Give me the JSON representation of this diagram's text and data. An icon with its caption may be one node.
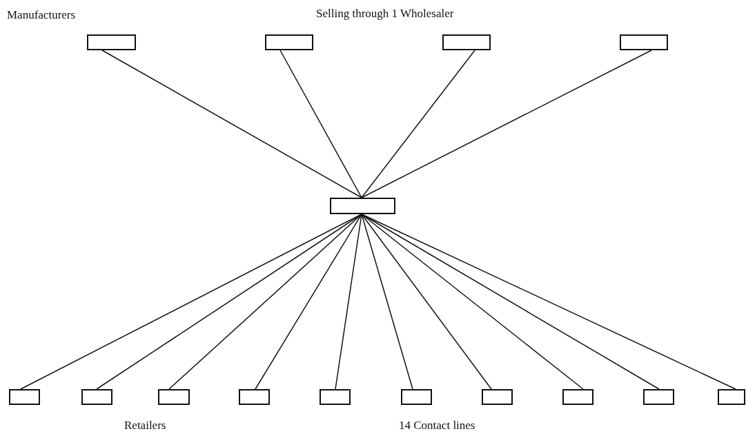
{
  "diagram": {
    "nodes": [
      {
        "text": [],
        "shape": "box"
      },
      {
        "text": [],
        "shape": "box"
      },
      {
        "text": [],
        "shape": "box"
      },
      {
        "text": [],
        "shape": "box"
      },
      {
        "text": [],
        "shape": "box"
      },
      {
        "text": [],
        "shape": "box"
      },
      {
        "text": [],
        "shape": "box"
      },
      {
        "text": [],
        "shape": "box"
      },
      {
        "text": [],
        "shape": "box"
      },
      {
        "text": [],
        "shape": "box"
      },
      {
        "text": [],
        "shape": "box"
      },
      {
        "text": [],
        "shape": "box"
      },
      {
        "text": [],
        "shape": "box"
      },
      {
        "text": [],
        "shape": "box"
      },
      {
        "text": [],
        "shape": "box"
      }
    ],
    "edges": [
      {
        "from": 0,
        "to": 4,
        "arrow": "none"
      },
      {
        "from": 1,
        "to": 4,
        "arrow": "none"
      },
      {
        "from": 2,
        "to": 4,
        "arrow": "none"
      },
      {
        "from": 3,
        "to": 4,
        "arrow": "none"
      },
      {
        "from": 4,
        "to": 5,
        "arrow": "none"
      },
      {
        "from": 4,
        "to": 6,
        "arrow": "none"
      },
      {
        "from": 4,
        "to": 7,
        "arrow": "none"
      },
      {
        "from": 4,
        "to": 8,
        "arrow": "none"
      },
      {
        "from": 4,
        "to": 9,
        "arrow": "none"
      },
      {
        "from": 4,
        "to": 10,
        "arrow": "none"
      },
      {
        "from": 4,
        "to": 11,
        "arrow": "none"
      },
      {
        "from": 4,
        "to": 12,
        "arrow": "none"
      },
      {
        "from": 4,
        "to": 13,
        "arrow": "none"
      },
      {
        "from": 4,
        "to": 14,
        "arrow": "none"
      }
    ],
    "labels": [
      "Manufacturers",
      "Selling through 1 Wholesaler",
      "Retailers",
      "14 Contact lines"
    ]
  }
}
